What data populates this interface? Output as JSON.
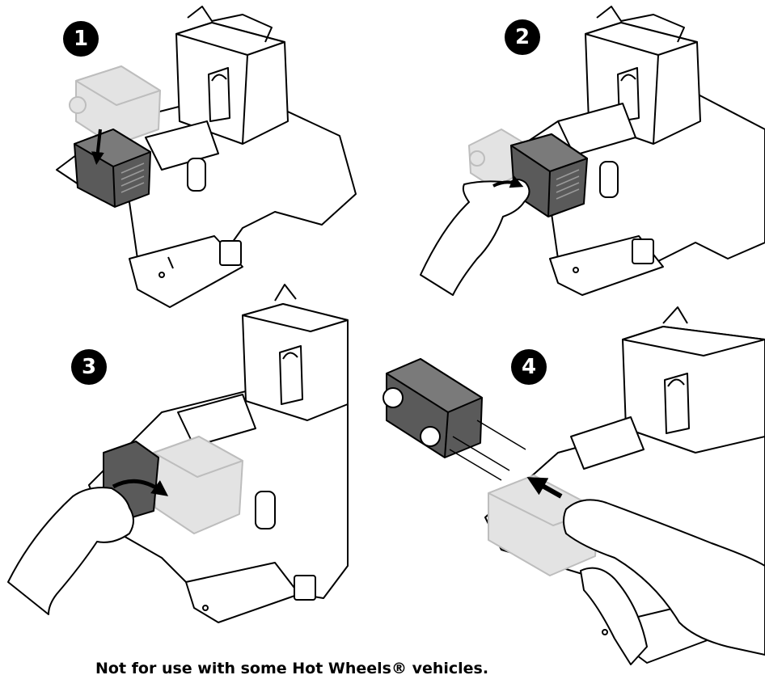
{
  "steps": [
    {
      "number": "1"
    },
    {
      "number": "2"
    },
    {
      "number": "3"
    },
    {
      "number": "4"
    }
  ],
  "footnote": "Not for use with some Hot Wheels® vehicles.",
  "colors": {
    "line": "#000000",
    "cartridge_dark": "#5a5a5a",
    "ghost_gray": "#d6d6d6",
    "arrow": "#000000",
    "badge": "#000000"
  }
}
